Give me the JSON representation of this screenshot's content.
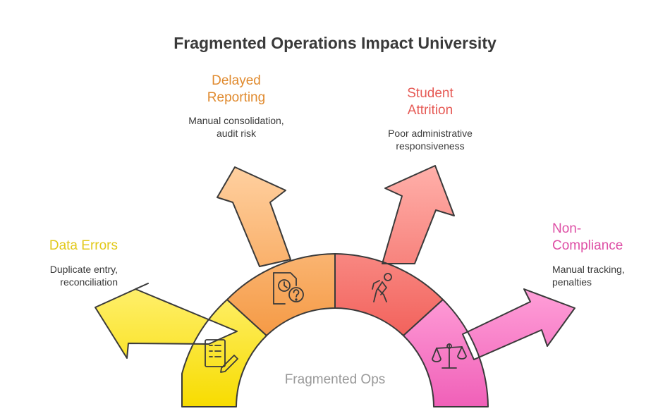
{
  "title": "Fragmented Operations Impact University",
  "center": "Fragmented Ops",
  "items": [
    {
      "key": "data-errors",
      "label": "Data Errors",
      "desc": "Duplicate entry, reconciliation",
      "color": "#e2c91a",
      "icon": "checklist-pen-icon"
    },
    {
      "key": "delayed-reporting",
      "label": "Delayed Reporting",
      "desc": "Manual consolidation, audit risk",
      "color": "#e08a2e",
      "icon": "document-clock-question-icon"
    },
    {
      "key": "student-attrition",
      "label": "Student Attrition",
      "desc": "Poor administrative responsiveness",
      "color": "#e65a55",
      "icon": "walking-away-person-icon"
    },
    {
      "key": "non-compliance",
      "label": "Non-Compliance",
      "desc": "Manual tracking, penalties",
      "color": "#de4fa5",
      "icon": "balance-scale-icon"
    }
  ]
}
